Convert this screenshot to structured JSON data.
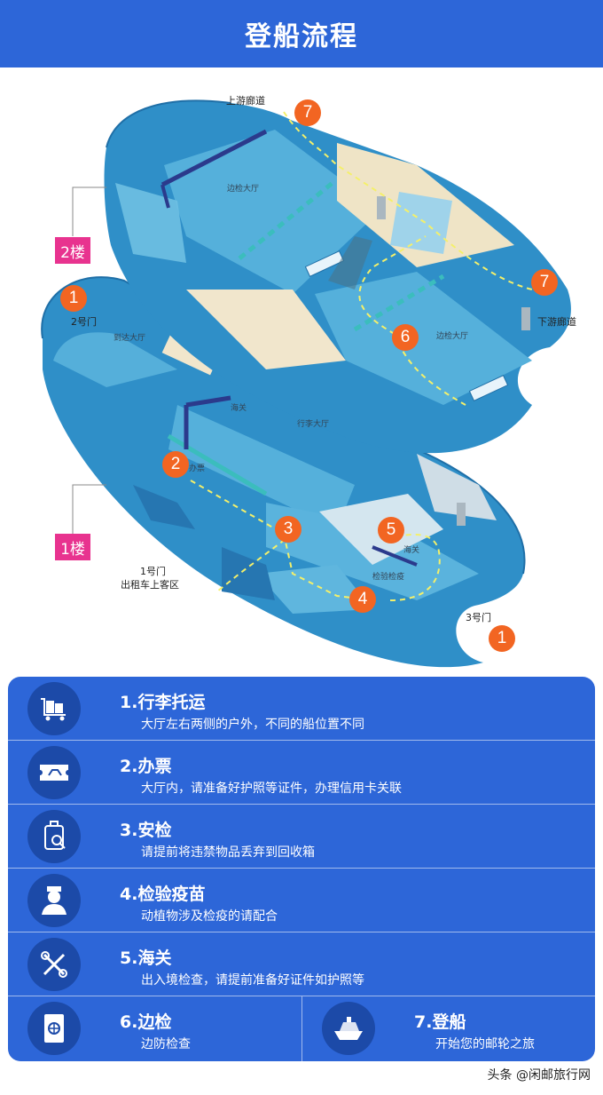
{
  "header": {
    "title": "登船流程"
  },
  "map": {
    "floor2": "2楼",
    "floor1": "1楼",
    "labels": {
      "upstream": "上游廊道",
      "downstream": "下游廊道",
      "border_hall_top": "边检大厅",
      "border_hall_right": "边检大厅",
      "arrival_hall": "到达大厅",
      "customs": "海关",
      "baggage_hall": "行李大厅",
      "ticket": "办票",
      "customs_small": "海关",
      "quarantine": "检验检疫",
      "gate2": "2号门",
      "gate1_line1": "1号门",
      "gate1_line2": "出租车上客区",
      "gate3": "3号门"
    },
    "markers": {
      "m7_top": "7",
      "m7_right": "7",
      "m6": "6",
      "m1_left": "1",
      "m2": "2",
      "m3": "3",
      "m4": "4",
      "m5": "5",
      "m1_bottom": "1"
    }
  },
  "steps": [
    {
      "title": "1.行李托运",
      "desc": "大厅左右两侧的户外，不同的船位置不同",
      "icon": "luggage-cart-icon"
    },
    {
      "title": "2.办票",
      "desc": "大厅内，请准备好护照等证件，办理信用卡关联",
      "icon": "ticket-icon"
    },
    {
      "title": "3.安检",
      "desc": "请提前将违禁物品丢弃到回收箱",
      "icon": "suitcase-scan-icon"
    },
    {
      "title": "4.检验疫苗",
      "desc": "动植物涉及检疫的请配合",
      "icon": "doctor-icon"
    },
    {
      "title": "5.海关",
      "desc": "出入境检查，请提前准备好证件如护照等",
      "icon": "tools-icon"
    },
    {
      "title": "6.边检",
      "desc": "边防检查",
      "icon": "passport-icon"
    },
    {
      "title": "7.登船",
      "desc": "开始您的邮轮之旅",
      "icon": "ship-icon"
    }
  ],
  "watermark": "头条 @闲邮旅行网",
  "colors": {
    "brand": "#2d66d8",
    "marker": "#f26522",
    "floor_tag": "#e8338f"
  }
}
